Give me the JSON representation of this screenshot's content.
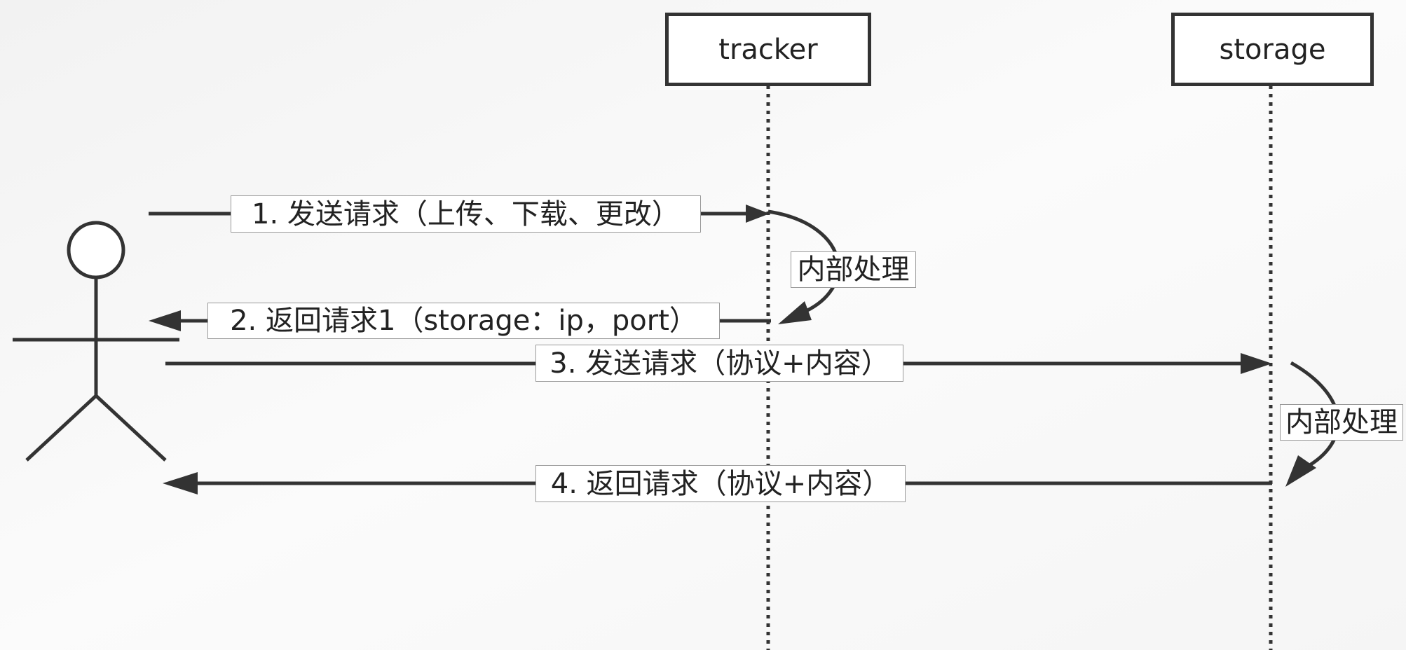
{
  "participants": {
    "tracker": {
      "label": "tracker"
    },
    "storage": {
      "label": "storage"
    }
  },
  "messages": [
    {
      "label": "1. 发送请求（上传、下载、更改）"
    },
    {
      "label": "内部处理"
    },
    {
      "label": "2. 返回请求1（storage：ip，port）"
    },
    {
      "label": "3. 发送请求（协议+内容）"
    },
    {
      "label": "内部处理"
    },
    {
      "label": "4. 返回请求（协议+内容）"
    }
  ],
  "colors": {
    "line": "#333333",
    "background": "#f7f7f7",
    "label_background": "#ffffff"
  }
}
